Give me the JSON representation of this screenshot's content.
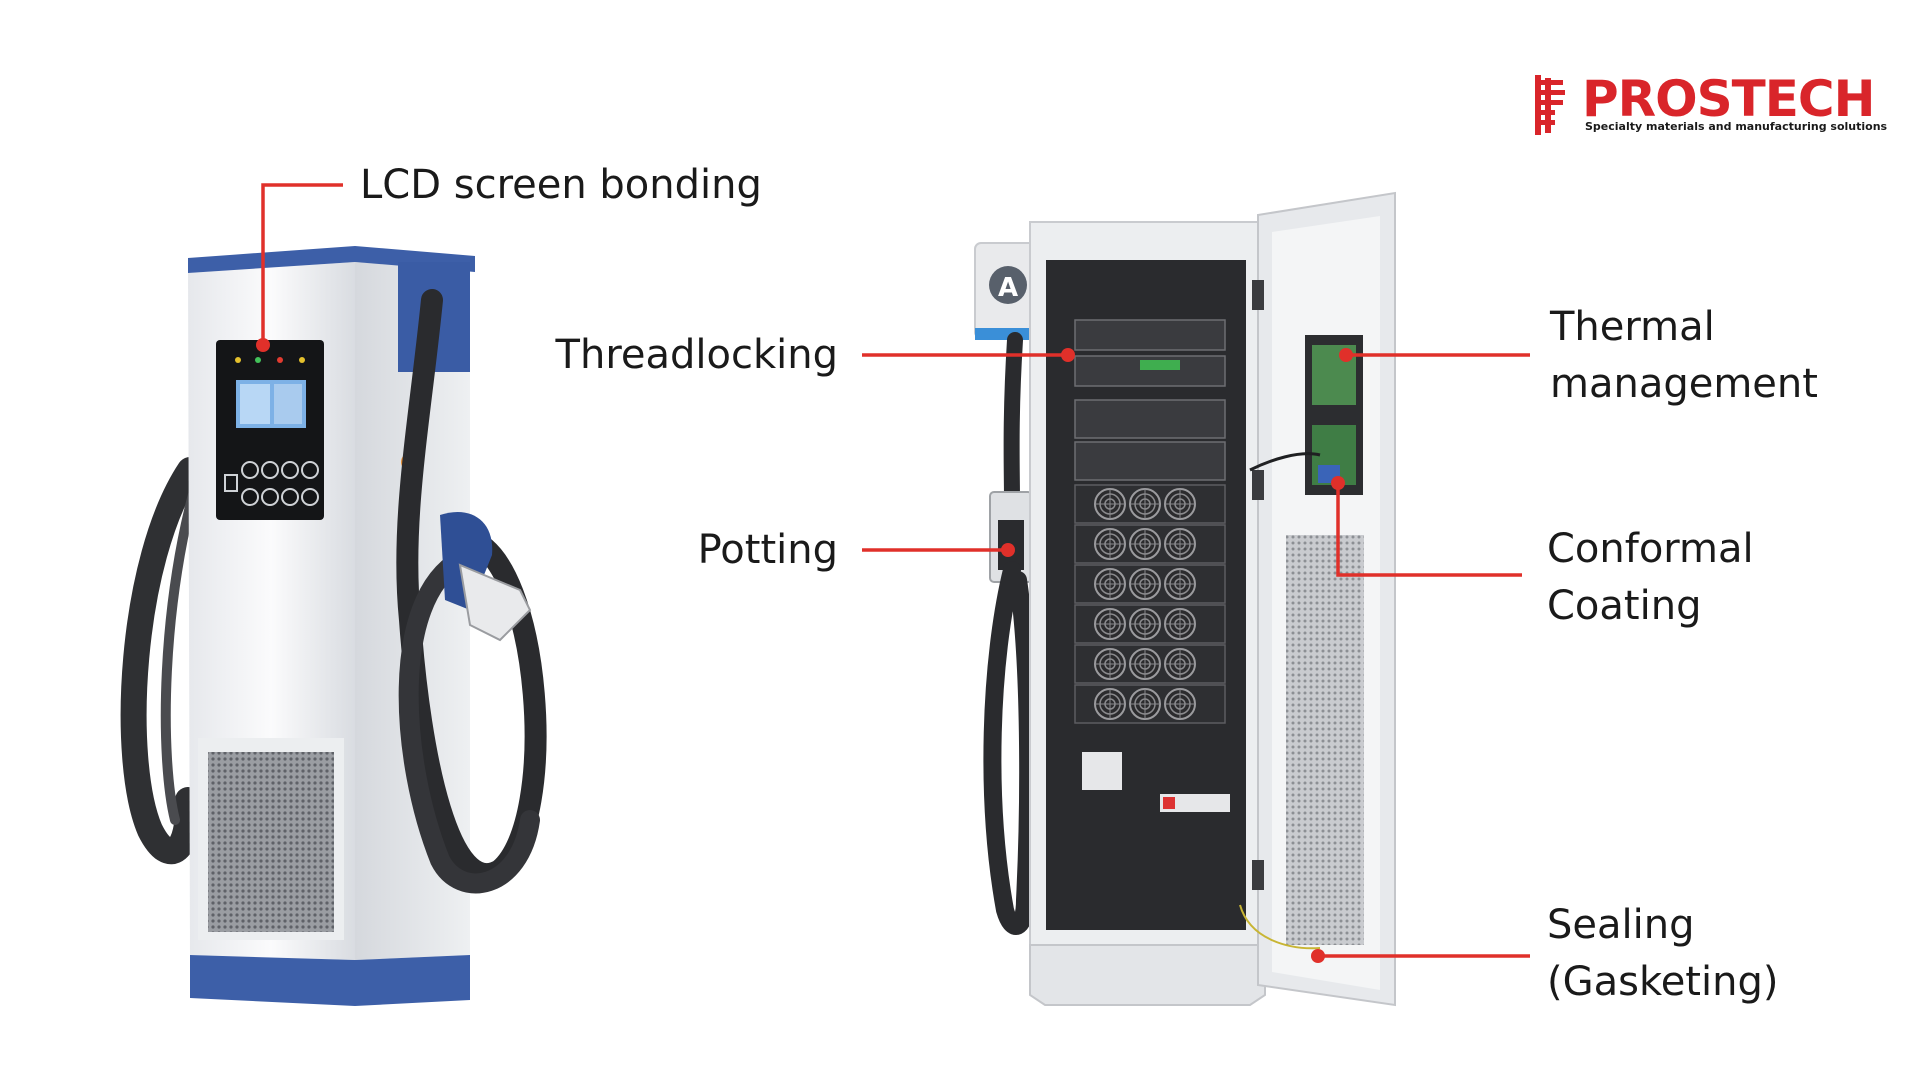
{
  "brand": {
    "name": "PROSTECH",
    "tagline": "Specialty materials and manufacturing solutions",
    "color": "#d9252a"
  },
  "callout_color": "#e0302a",
  "labels": {
    "lcd": "LCD screen bonding",
    "threadlocking": "Threadlocking",
    "potting": "Potting",
    "thermal_1": "Thermal",
    "thermal_2": "management",
    "conformal_1": "Conformal",
    "conformal_2": "Coating",
    "sealing_1": "Sealing",
    "sealing_2": "(Gasketing)"
  },
  "devices": {
    "cabinet_badge": "A"
  }
}
